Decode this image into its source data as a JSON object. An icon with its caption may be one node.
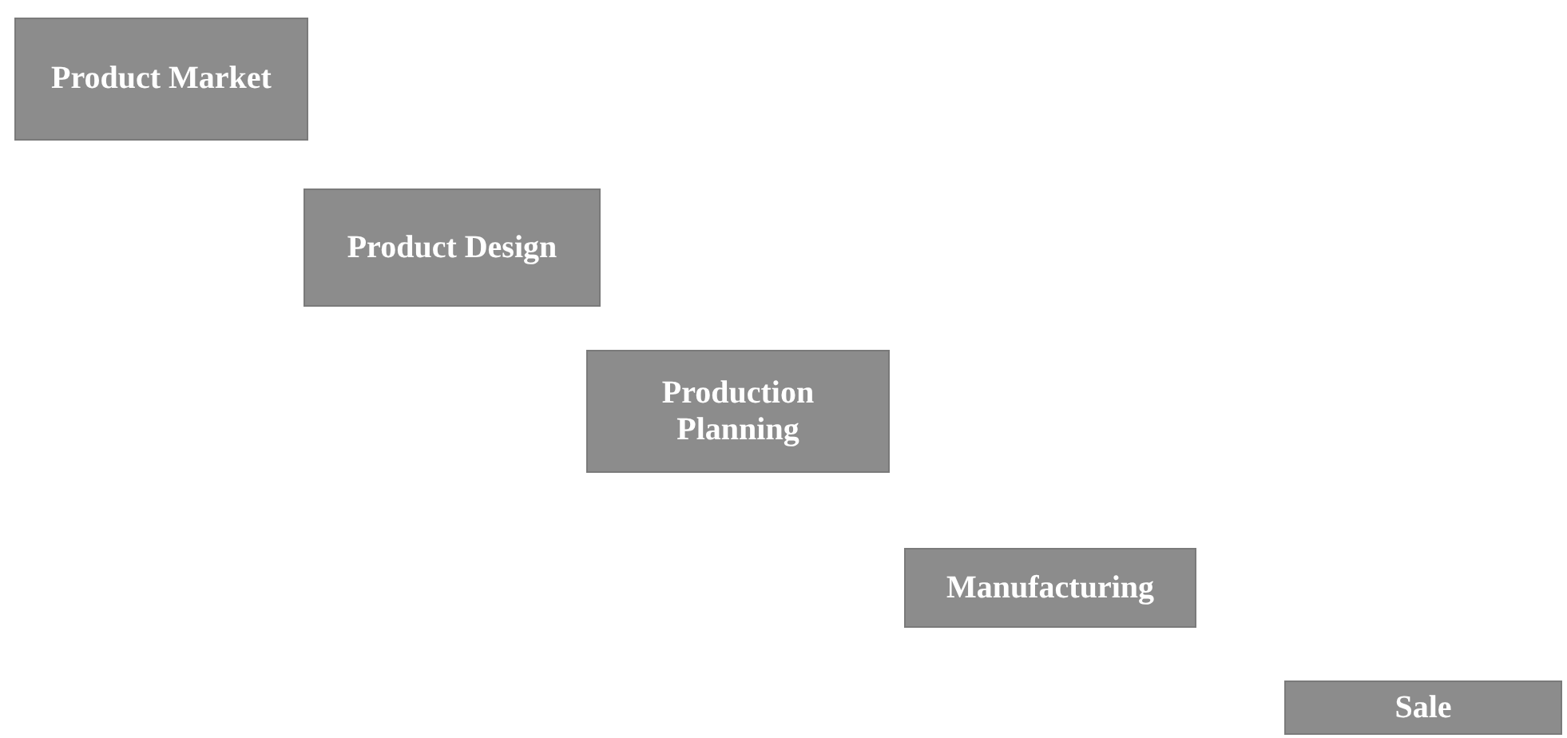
{
  "diagram": {
    "nodes": [
      {
        "text": [
          "Product Market"
        ]
      },
      {
        "text": [
          "Product Design"
        ]
      },
      {
        "text": [
          "Production Planning"
        ]
      },
      {
        "text": [
          "Manufacturing"
        ]
      },
      {
        "text": [
          "Sale"
        ]
      }
    ]
  }
}
